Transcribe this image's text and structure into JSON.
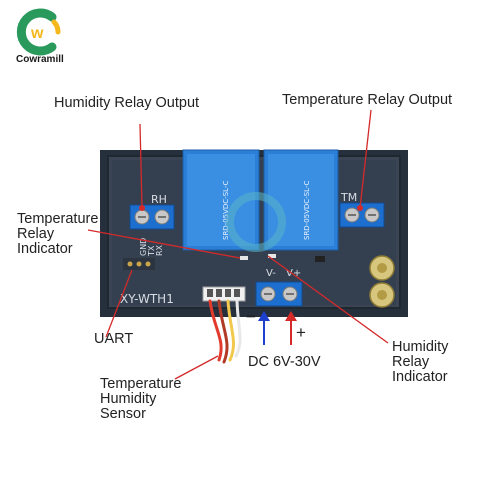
{
  "brand": {
    "name": "Cowramill",
    "logo_letter": "w"
  },
  "colors": {
    "brand_green": "#2a9a5c",
    "brand_yellow": "#f5b81c",
    "label_line": "#d42a2a",
    "arrow_blue": "#1f3fcf",
    "board_bg": "#3a4452",
    "relay_blue": "#2b7fd6",
    "terminal_blue": "#1c6fcf"
  },
  "labels": {
    "humidity_relay_output": "Humidity Relay Output",
    "temperature_relay_output": "Temperature Relay Output",
    "temperature_relay_indicator": [
      "Temperature",
      "Relay",
      "Indicator"
    ],
    "uart": "UART",
    "humidity_relay_indicator": [
      "Humidity",
      "Relay",
      "Indicator"
    ],
    "temperature_humidity_sensor": [
      "Temperature",
      "Humidity",
      "Sensor"
    ],
    "power_input": "DC 6V-30V",
    "minus": "−",
    "plus": "+"
  },
  "board": {
    "model": "XY-WTH1",
    "rh_marking": "RH",
    "tm_marking": "TM",
    "gnd": "GND",
    "tx": "TX",
    "rx": "RX",
    "vminus": "V-",
    "vplus": "V+",
    "relay_text": "SRD-05VDC-SL-C"
  }
}
